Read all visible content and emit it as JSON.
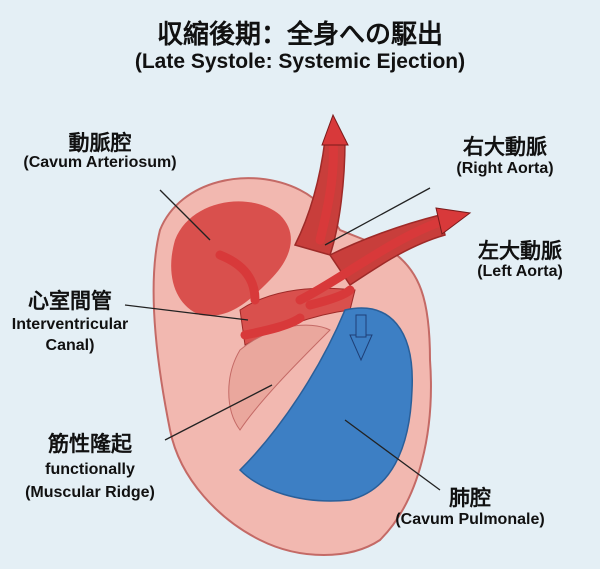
{
  "title": {
    "jp": "収縮後期：全身への駆出",
    "en": "(Late Systole: Systemic Ejection)"
  },
  "labels": {
    "cavum_arteriosum": {
      "jp": "動脈腔",
      "en": "(Cavum Arteriosum)"
    },
    "right_aorta": {
      "jp": "右大動脈",
      "en": "(Right Aorta)"
    },
    "left_aorta": {
      "jp": "左大動脈",
      "en": "(Left Aorta)"
    },
    "interventricular_canal": {
      "jp": "心室間管",
      "en1": "Interventricular",
      "en2": "Canal)"
    },
    "muscular_ridge": {
      "jp": "筋性隆起",
      "en1": "functionally",
      "en2": "(Muscular Ridge)"
    },
    "cavum_pulmonale": {
      "jp": "肺腔",
      "en": "(Cavum Pulmonale)"
    }
  },
  "colors": {
    "background": "#e4eff5",
    "oxygenated": "#d8393a",
    "deoxygenated": "#3d7fc4",
    "wall": "#f2b8b0"
  }
}
